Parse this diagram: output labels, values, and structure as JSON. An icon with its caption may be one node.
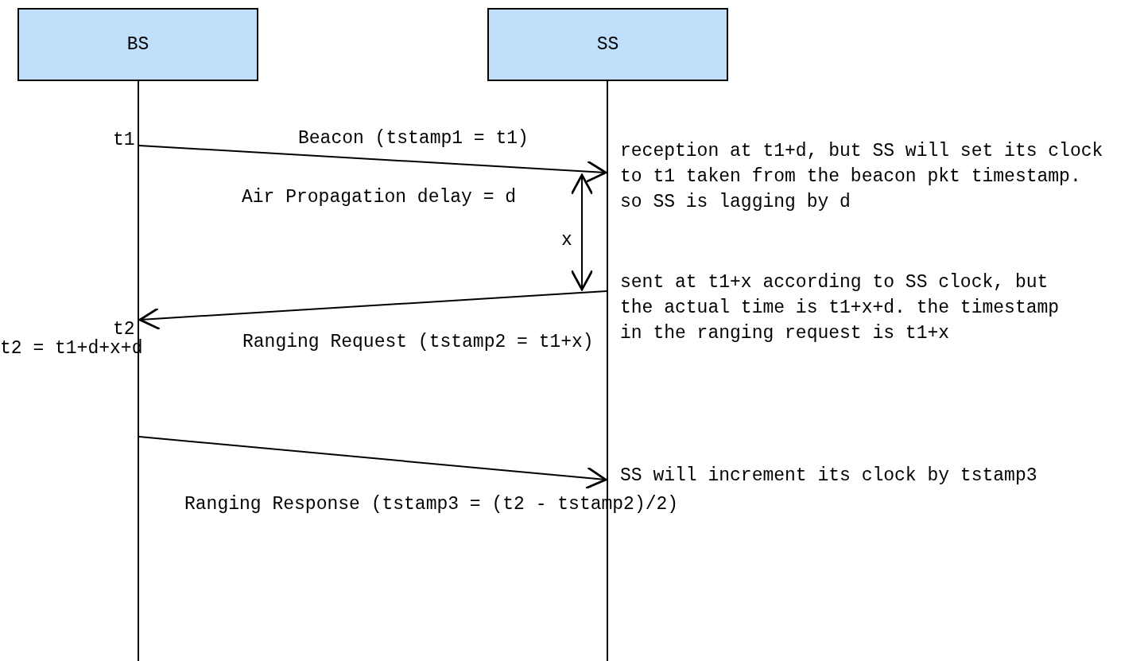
{
  "diagram": {
    "nodes": [
      {
        "text": [
          "BS"
        ]
      },
      {
        "text": [
          "SS"
        ]
      }
    ],
    "edges": [
      {
        "from": 0,
        "to": 1,
        "arrow": "to",
        "label": "Beacon (tstamp1 = t1)"
      },
      {
        "from": 1,
        "to": 0,
        "arrow": "to",
        "label": "Ranging Request (tstamp2 = t1+x)"
      },
      {
        "from": 0,
        "to": 1,
        "arrow": "to",
        "label": "Ranging Response (tstamp3 = (t2 - tstamp2)/2)"
      }
    ],
    "labels": [
      "t1",
      "reception at t1+d, but SS will set its clock to t1 taken from the beacon pkt timestamp. so SS is lagging by d",
      "Air Propagation delay = d",
      "x",
      "sent at t1+x according to SS clock, but the actual time is t1+x+d. the timestamp in the ranging request is t1+x",
      "t2",
      "t2 = t1+d+x+d",
      "SS will increment its clock by tstamp3"
    ]
  }
}
